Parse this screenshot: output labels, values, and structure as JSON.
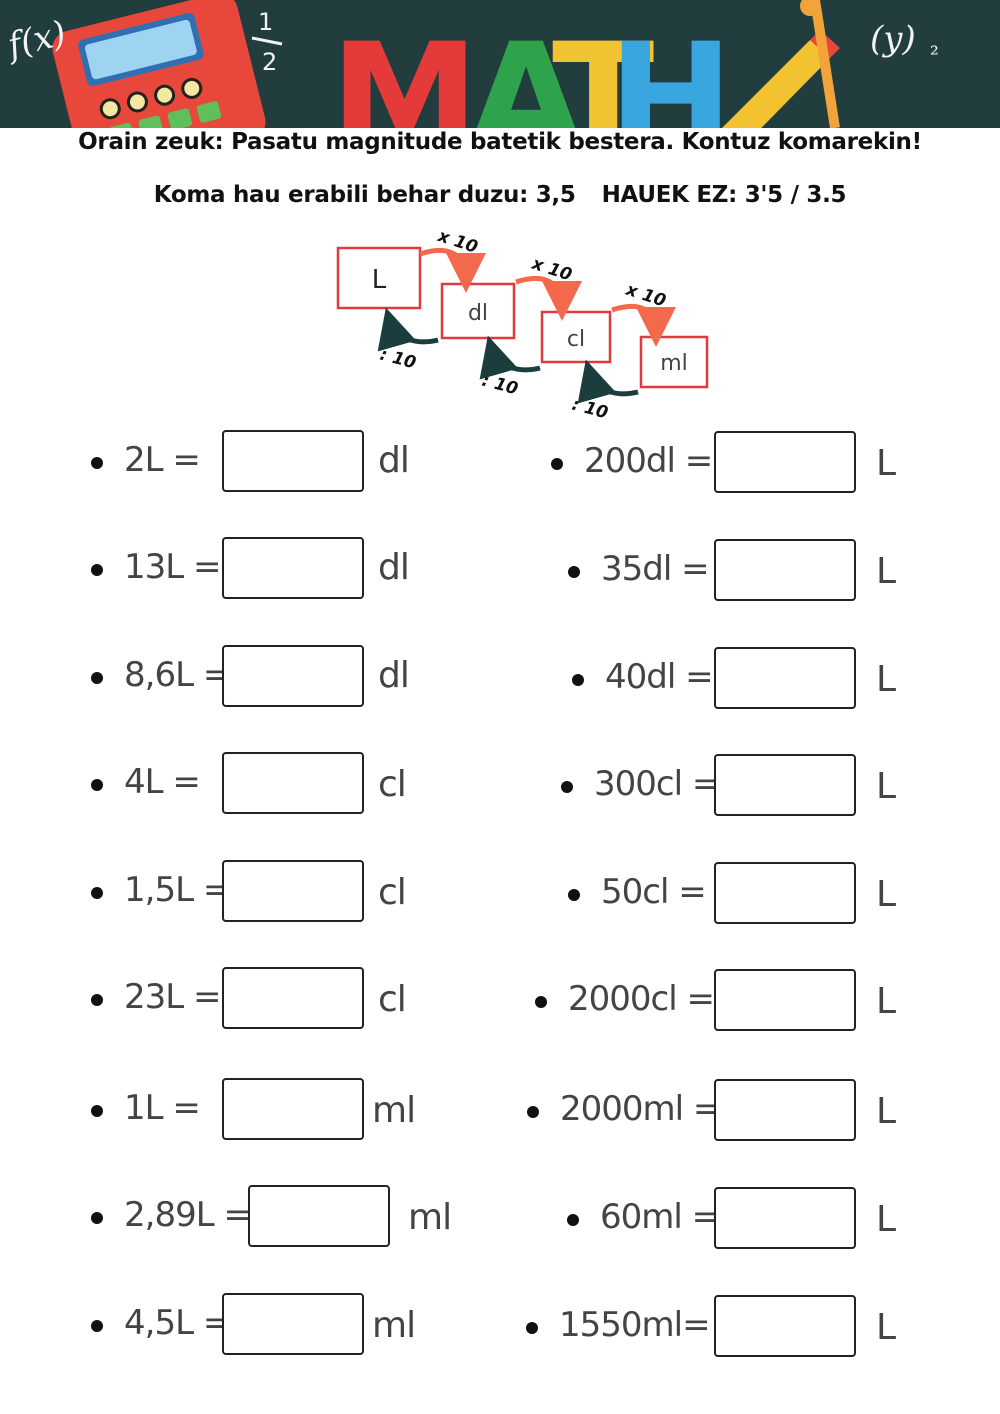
{
  "banner": {
    "math_word": "MATH",
    "fx_text": "f(x)",
    "half_num": "1",
    "half_den": "2",
    "squared_text": "²"
  },
  "header": {
    "title": "Orain zeuk: Pasatu magnitude batetik bestera. Kontuz komarekin!",
    "subtitle_left": "Koma hau erabili behar duzu: 3,5",
    "subtitle_right": "HAUEK EZ: 3'5 /  3.5"
  },
  "diagram": {
    "units": [
      "L",
      "dl",
      "cl",
      "ml"
    ],
    "multiply_label": "x 10",
    "divide_label": ": 10",
    "box_color": "#e0393e",
    "multiply_arrow_color": "#f26a4b",
    "divide_arrow_color": "#1c3d3d"
  },
  "exercises": {
    "left": [
      {
        "expr": "2L =",
        "unit": "dl"
      },
      {
        "expr": "13L =",
        "unit": "dl"
      },
      {
        "expr": "8,6L =",
        "unit": "dl"
      },
      {
        "expr": "4L =",
        "unit": "cl"
      },
      {
        "expr": "1,5L =",
        "unit": "cl"
      },
      {
        "expr": "23L =",
        "unit": "cl"
      },
      {
        "expr": "1L =",
        "unit": "ml"
      },
      {
        "expr": "2,89L =",
        "unit": "ml"
      },
      {
        "expr": "4,5L =",
        "unit": "ml"
      }
    ],
    "right": [
      {
        "expr": "200dl =",
        "unit": "L"
      },
      {
        "expr": "35dl =",
        "unit": "L"
      },
      {
        "expr": "40dl =",
        "unit": "L"
      },
      {
        "expr": "300cl =",
        "unit": "L"
      },
      {
        "expr": "50cl =",
        "unit": "L"
      },
      {
        "expr": "2000cl =",
        "unit": "L"
      },
      {
        "expr": "2000ml =",
        "unit": "L"
      },
      {
        "expr": "60ml =",
        "unit": "L"
      },
      {
        "expr": "1550ml=",
        "unit": "L"
      }
    ]
  }
}
